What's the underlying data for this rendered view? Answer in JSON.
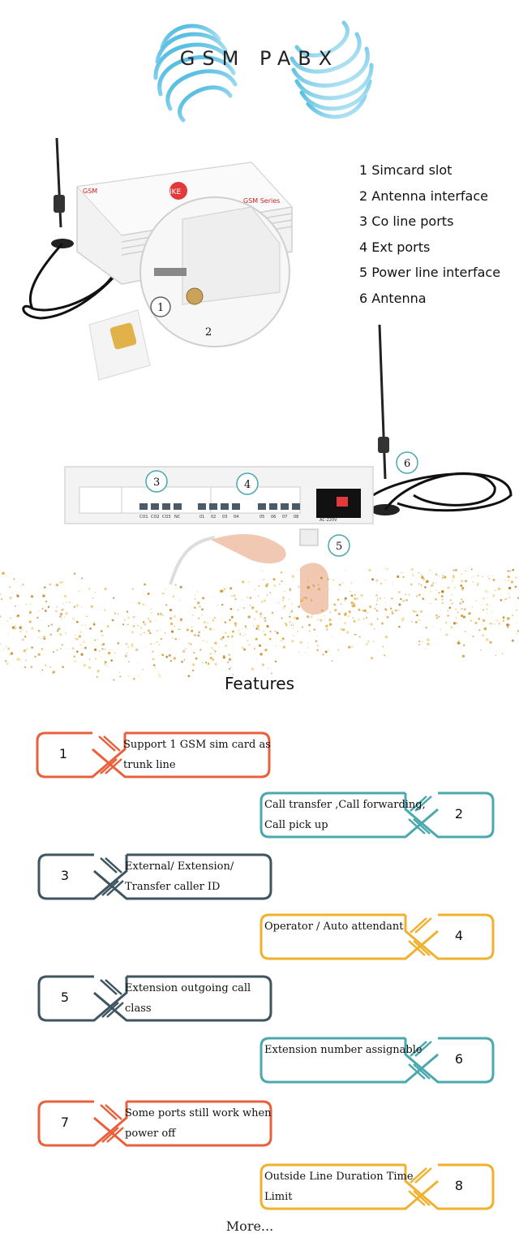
{
  "header": {
    "title": "GSM PABX"
  },
  "legend": [
    "1 Simcard slot",
    "2 Antenna interface",
    "3 Co line ports",
    "4 Ext ports",
    "5 Power line interface",
    "6 Antenna"
  ],
  "device": {
    "brand": "IKE",
    "label_gsm": "GSM",
    "label_series": "GSM Series",
    "callouts": [
      "1",
      "2",
      "3",
      "4",
      "5",
      "6"
    ],
    "port_labels": [
      "CO1",
      "CO2",
      "CO3",
      "NC",
      "01",
      "02",
      "03",
      "04",
      "05",
      "06",
      "07",
      "08"
    ],
    "power_label": "AC-220V"
  },
  "features": {
    "title": "Features",
    "items": [
      {
        "num": "1",
        "text": "Support 1 GSM sim card as trunk line",
        "color": "#e8613c"
      },
      {
        "num": "2",
        "text": "Call transfer ,Call forwarding, Call pick up",
        "color": "#4aa8ae"
      },
      {
        "num": "3",
        "text": "External/ Extension/ Transfer caller ID",
        "color": "#3f5562"
      },
      {
        "num": "4",
        "text": "Operator / Auto attendant",
        "color": "#f0b22e"
      },
      {
        "num": "5",
        "text": "Extension outgoing call class",
        "color": "#3f5562"
      },
      {
        "num": "6",
        "text": "Extension number assignable",
        "color": "#4aa8ae"
      },
      {
        "num": "7",
        "text": "Some ports still work when power off",
        "color": "#e8613c"
      },
      {
        "num": "8",
        "text": "Outside Line Duration Time Limit",
        "color": "#f0b22e"
      }
    ]
  },
  "more": "More..."
}
